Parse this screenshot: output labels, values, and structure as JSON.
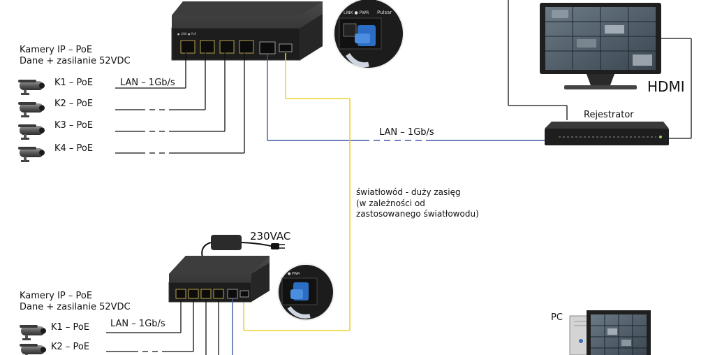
{
  "top_group": {
    "heading_line1": "Kamery IP – PoE",
    "heading_line2": "Dane + zasilanie 52VDC",
    "cameras": [
      {
        "label": "K1 – PoE"
      },
      {
        "label": "K2 – PoE"
      },
      {
        "label": "K3 – PoE"
      },
      {
        "label": "K4 – PoE"
      }
    ],
    "lan_label": "LAN – 1Gb/s"
  },
  "bottom_group": {
    "heading_line1": "Kamery IP – PoE",
    "heading_line2": "Dane + zasilanie 52VDC",
    "cameras": [
      {
        "label": "K1 – PoE"
      },
      {
        "label": "K2 – PoE"
      }
    ],
    "lan_label": "LAN – 1Gb/s",
    "power_label": "230VAC"
  },
  "recorder": {
    "label": "Rejestrator",
    "lan_label": "LAN – 1Gb/s"
  },
  "monitor": {
    "hdmi_label": "HDMI"
  },
  "fiber": {
    "line1": "światłowód - duży zasięg",
    "line2": "(w zależności od",
    "line3": "zastosowanego światłowodu)"
  },
  "pc": {
    "label": "PC"
  },
  "brand_label": "Pulsar",
  "colors": {
    "lan_blue": "#3a56a6",
    "fiber_yellow": "#f2d12e",
    "cable_black": "#111111",
    "device_dark": "#2b2b2b"
  }
}
